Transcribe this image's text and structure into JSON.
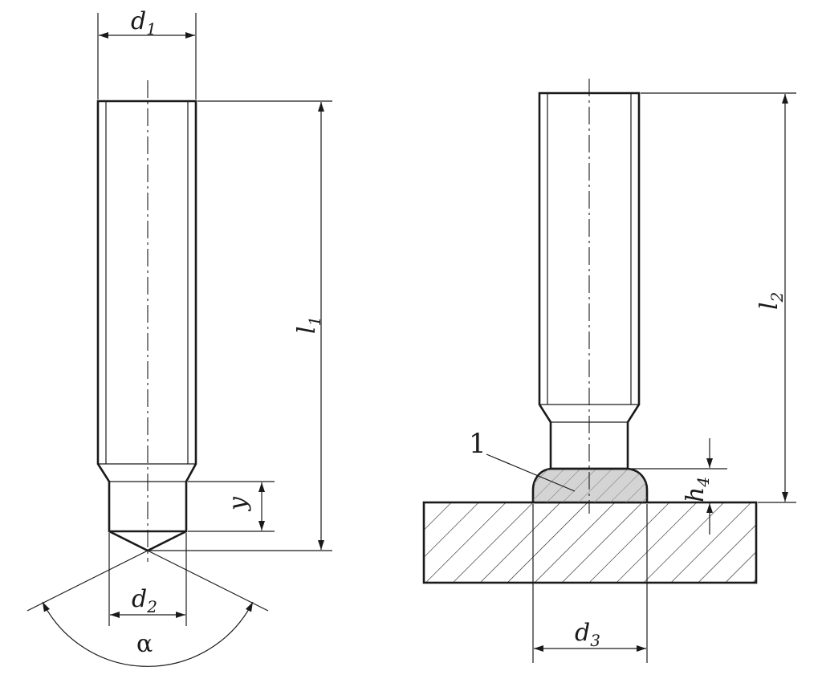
{
  "left_view": {
    "d1": {
      "main": "d",
      "sub": "1"
    },
    "l1": {
      "main": "l",
      "sub": "1"
    },
    "y": "y",
    "d2": {
      "main": "d",
      "sub": "2"
    },
    "alpha": "α"
  },
  "right_view": {
    "l2": {
      "main": "l",
      "sub": "2"
    },
    "callout": "1",
    "h4": {
      "main": "h",
      "sub": "4"
    },
    "d3": {
      "main": "d",
      "sub": "3"
    }
  },
  "colors": {
    "line": "#1a1a1a",
    "weld_fill": "#d4d4d4",
    "background": "#ffffff"
  }
}
